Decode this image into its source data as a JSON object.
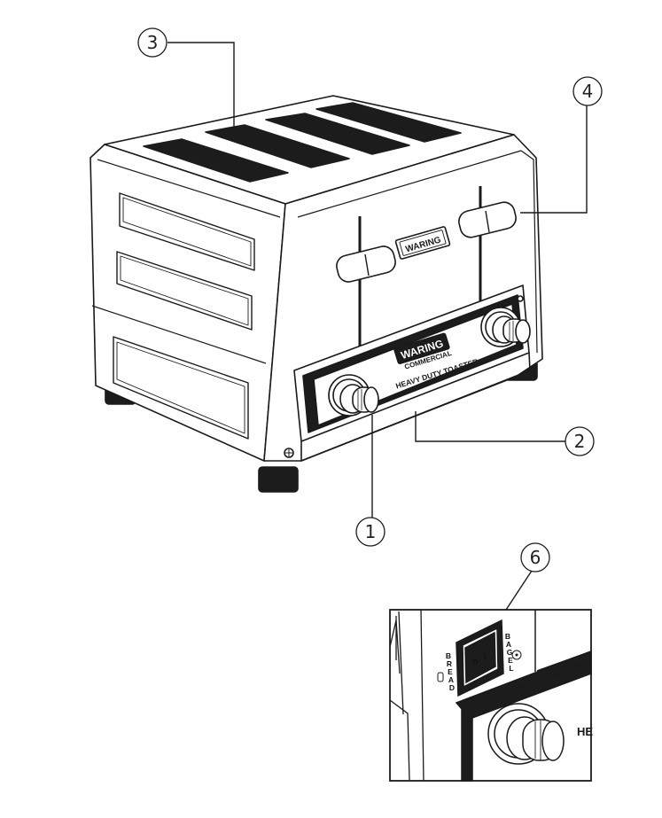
{
  "callouts": {
    "c1": "1",
    "c2": "2",
    "c3": "3",
    "c4": "4",
    "c6": "6"
  },
  "toaster": {
    "brand_top": "WARING",
    "brand_panel": "WARING",
    "brand_sub": "COMMERCIAL",
    "panel_label": "HEAVY DUTY TOASTER"
  },
  "inset": {
    "switch_on": "I",
    "switch_off": "O",
    "bread_label": [
      "B",
      "R",
      "E",
      "A",
      "D"
    ],
    "bagel_label": [
      "B",
      "A",
      "G",
      "E",
      "L"
    ],
    "cut_text": "HE"
  },
  "colors": {
    "line": "#1a1a1a",
    "slot": "#1c1c1c",
    "paper": "#ffffff"
  }
}
